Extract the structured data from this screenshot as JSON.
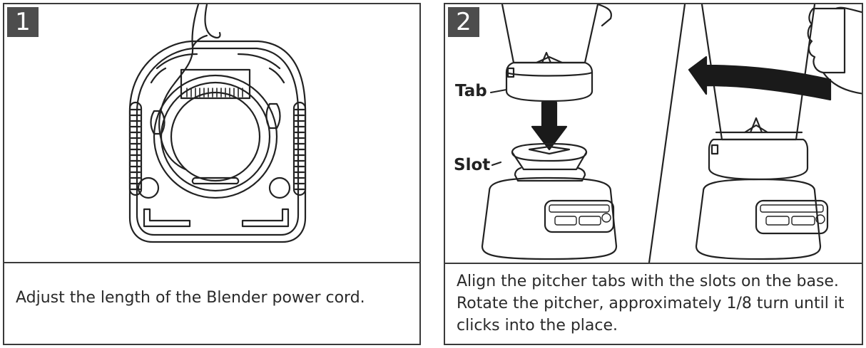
{
  "steps": [
    {
      "number": "1",
      "caption": "Adjust the length of the Blender power cord."
    },
    {
      "number": "2",
      "caption": "Align the pitcher tabs with the slots on the base. Rotate the pitcher, approximately 1/8 turn until it clicks into the place.",
      "callouts": {
        "tab": "Tab",
        "slot": "Slot"
      }
    }
  ],
  "colors": {
    "border": "#3a3a3a",
    "badge": "#4d4d4d",
    "line": "#222222",
    "arrow": "#1a1a1a"
  },
  "icons": [
    "blender-base-underside",
    "down-arrow-icon",
    "rotate-arrow-icon",
    "blender-motor-base",
    "pitcher"
  ]
}
